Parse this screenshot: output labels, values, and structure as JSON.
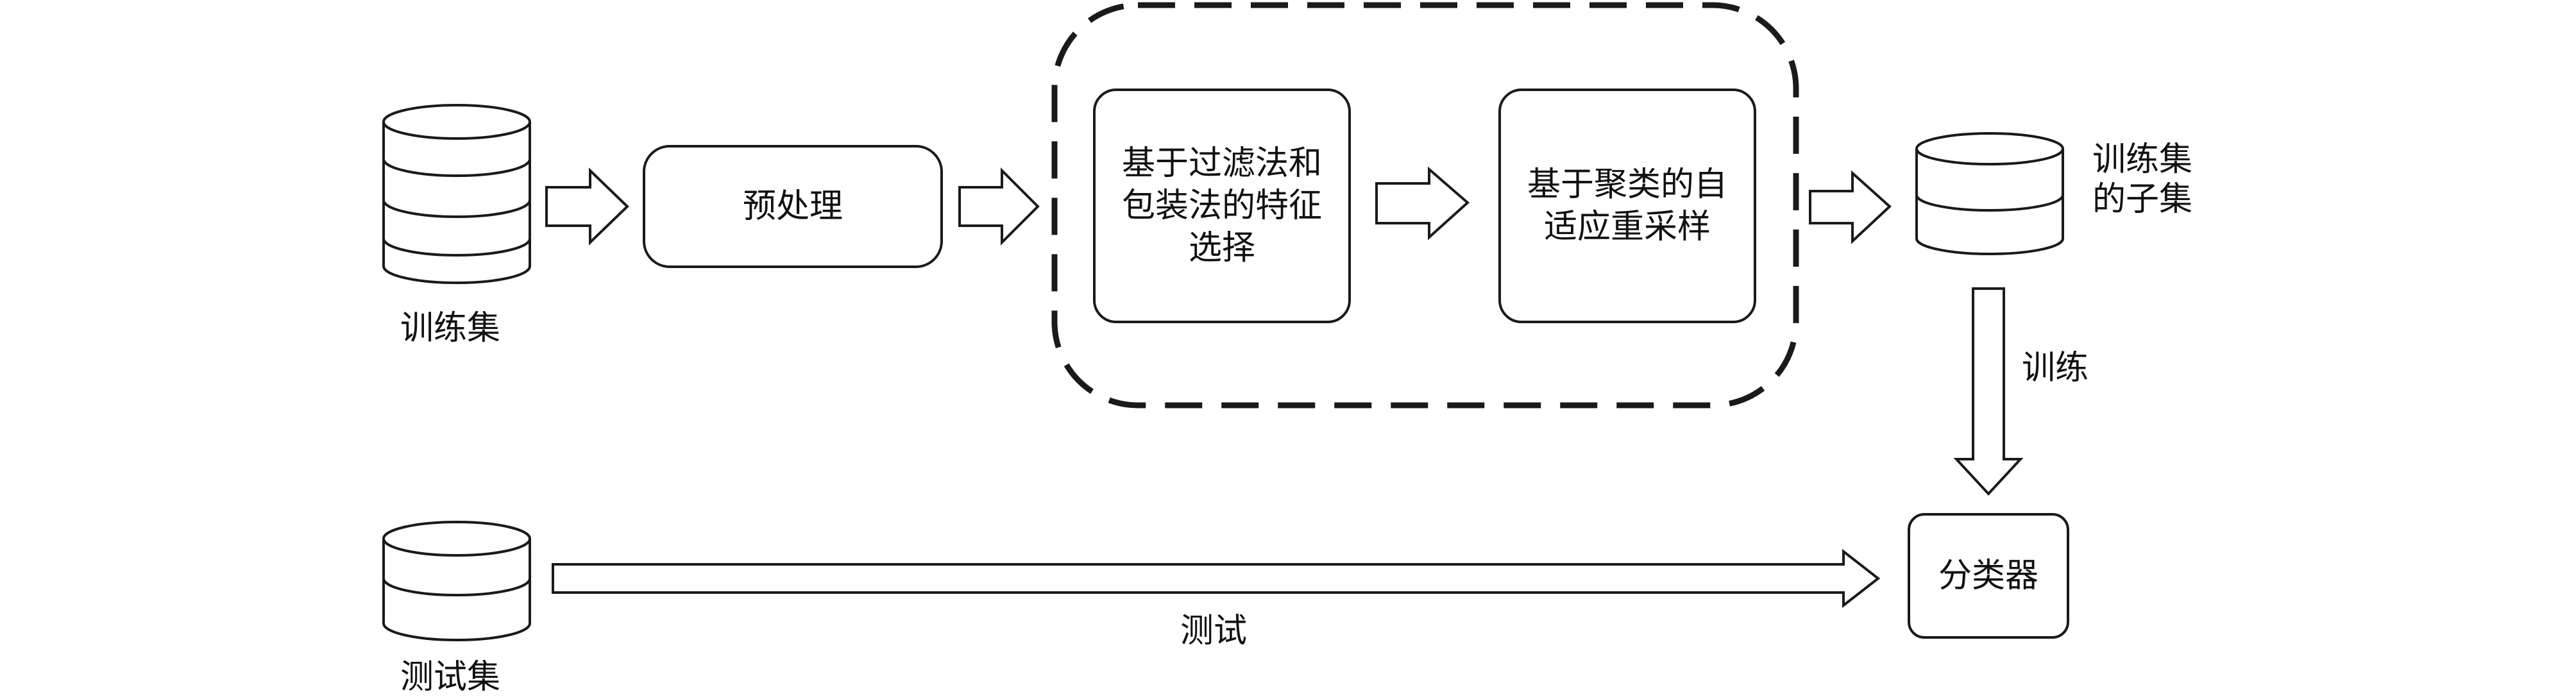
{
  "nodes": {
    "train_set": "训练集",
    "preprocess": "预处理",
    "feature_selection": [
      "基于过滤法和",
      "包装法的特征",
      "选择"
    ],
    "resampling": [
      "基于聚类的自",
      "适应重采样"
    ],
    "train_subset": [
      "训练集",
      "的子集"
    ],
    "classifier": "分类器",
    "test_set": "测试集"
  },
  "edges": {
    "train_label": "训练",
    "test_label": "测试"
  }
}
